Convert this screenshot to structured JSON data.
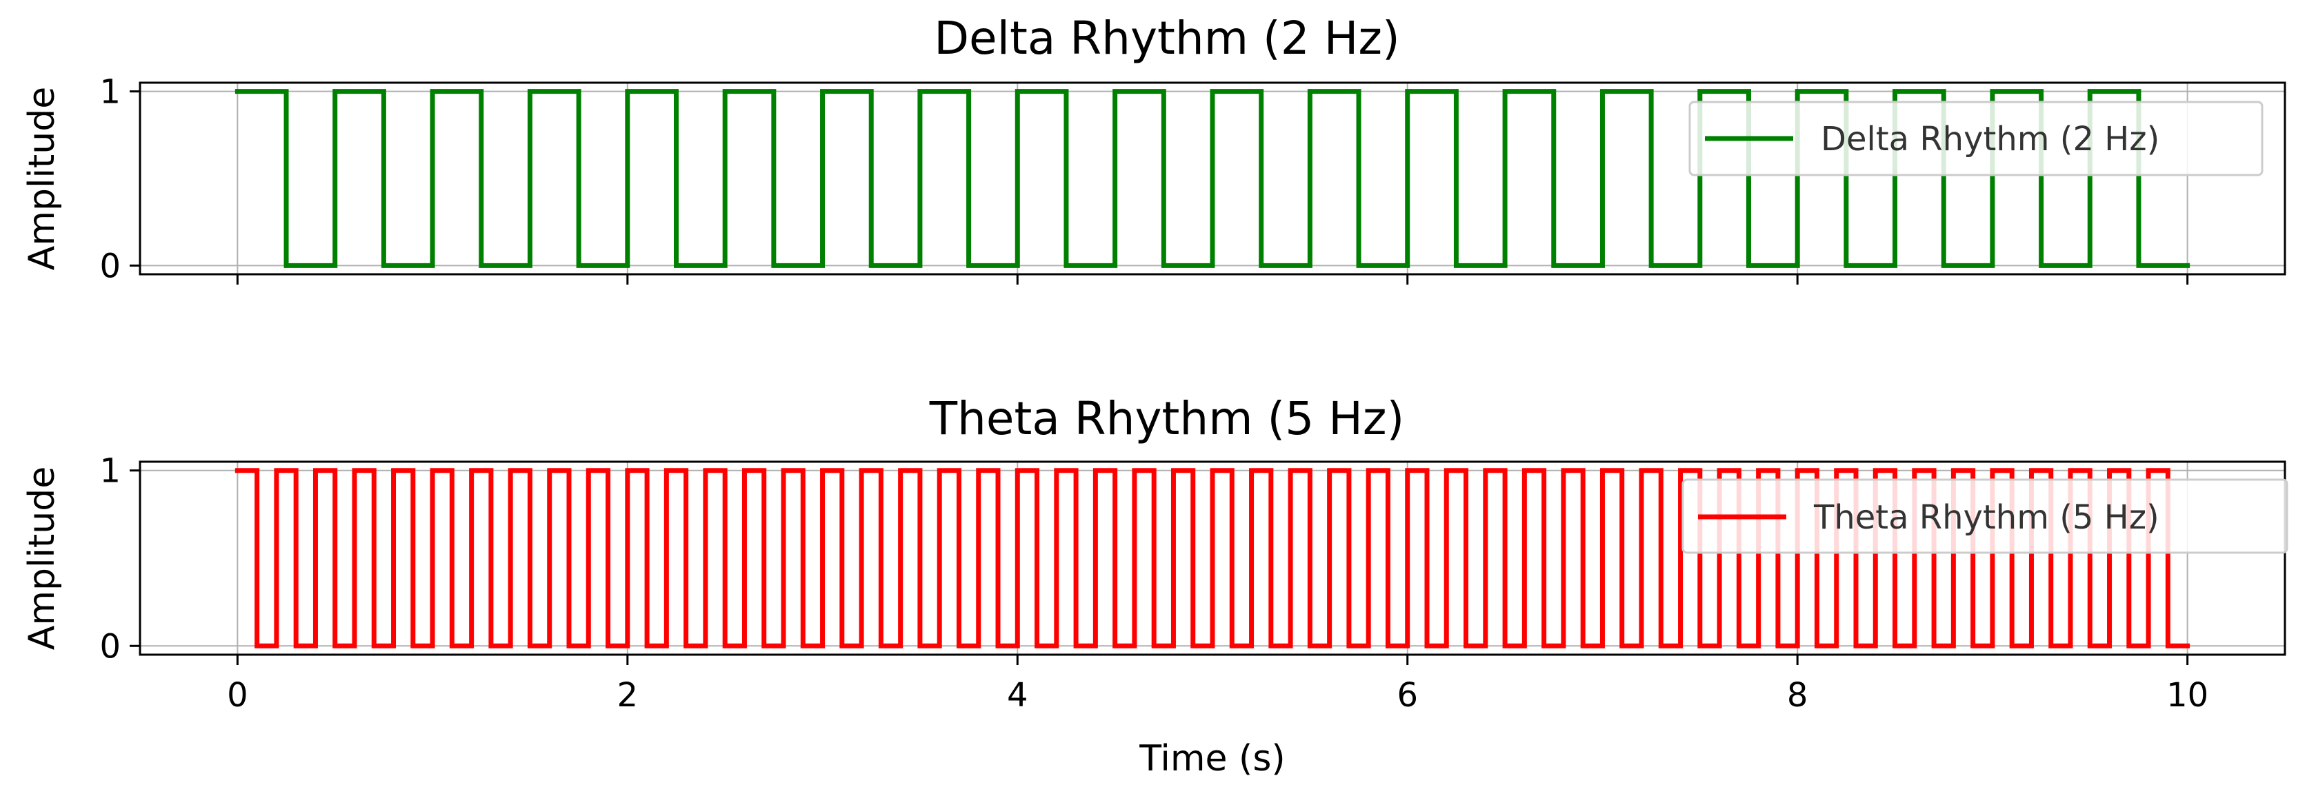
{
  "chart_data": [
    {
      "type": "line",
      "title": "Delta Rhythm (2 Hz)",
      "xlabel": "",
      "ylabel": "Amplitude",
      "xlim": [
        -0.5,
        10.5
      ],
      "ylim": [
        -0.05,
        1.05
      ],
      "xticks": [
        0,
        2,
        4,
        6,
        8,
        10
      ],
      "yticks": [
        0,
        1
      ],
      "show_xtick_labels": false,
      "grid": true,
      "legend": "upper right",
      "series": [
        {
          "name": "Delta Rhythm (2 Hz)",
          "color": "#008000",
          "frequency_hz": 2,
          "x_range": [
            0,
            10
          ],
          "waveform": "square",
          "values_range": [
            0,
            1
          ]
        }
      ]
    },
    {
      "type": "line",
      "title": "Theta Rhythm (5 Hz)",
      "xlabel": "Time (s)",
      "ylabel": "Amplitude",
      "xlim": [
        -0.5,
        10.5
      ],
      "ylim": [
        -0.05,
        1.05
      ],
      "xticks": [
        0,
        2,
        4,
        6,
        8,
        10
      ],
      "yticks": [
        0,
        1
      ],
      "show_xtick_labels": true,
      "grid": true,
      "legend": "upper right",
      "series": [
        {
          "name": "Theta Rhythm (5 Hz)",
          "color": "#ff0000",
          "frequency_hz": 5,
          "x_range": [
            0,
            10
          ],
          "waveform": "square",
          "values_range": [
            0,
            1
          ]
        }
      ]
    }
  ]
}
